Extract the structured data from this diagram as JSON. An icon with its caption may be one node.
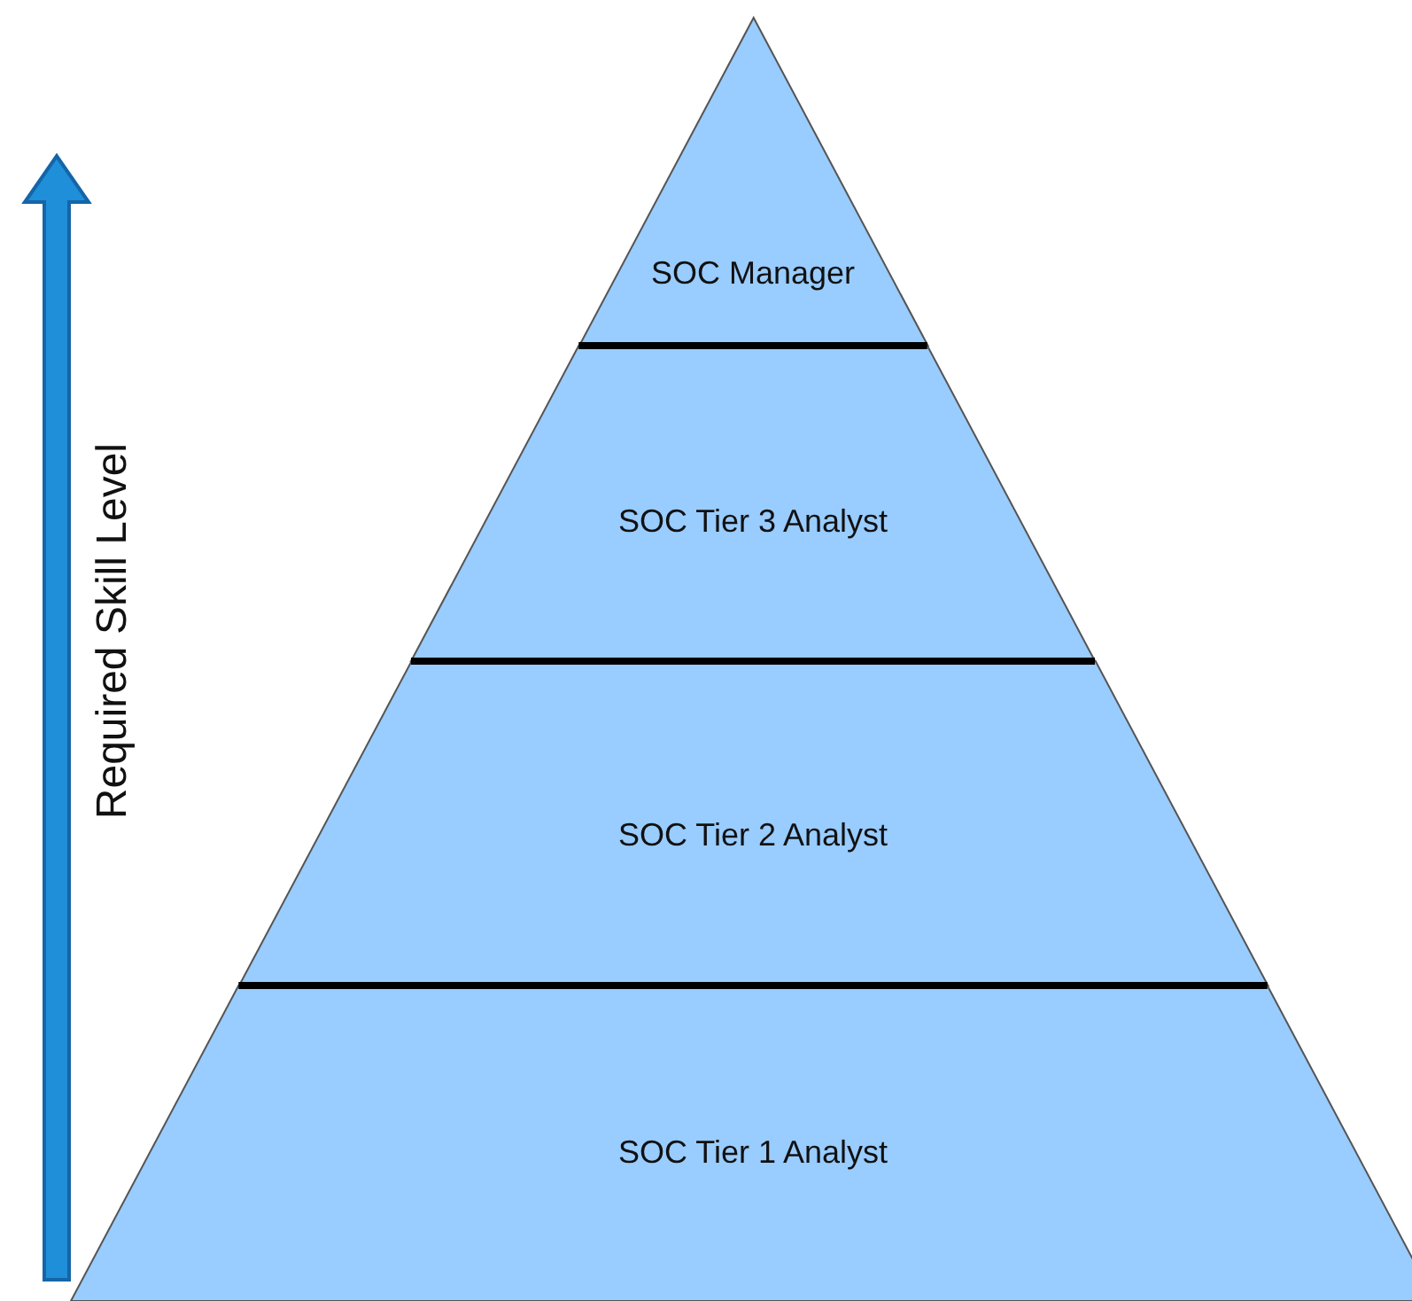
{
  "diagram": {
    "nodes": [
      {
        "text": [
          "SOC Manager"
        ]
      },
      {
        "text": [
          "SOC Tier 3 Analyst"
        ]
      },
      {
        "text": [
          "SOC Tier 2 Analyst"
        ]
      },
      {
        "text": [
          "SOC Tier 1 Analyst"
        ]
      }
    ],
    "labels": [
      "Required Skill Level"
    ]
  }
}
